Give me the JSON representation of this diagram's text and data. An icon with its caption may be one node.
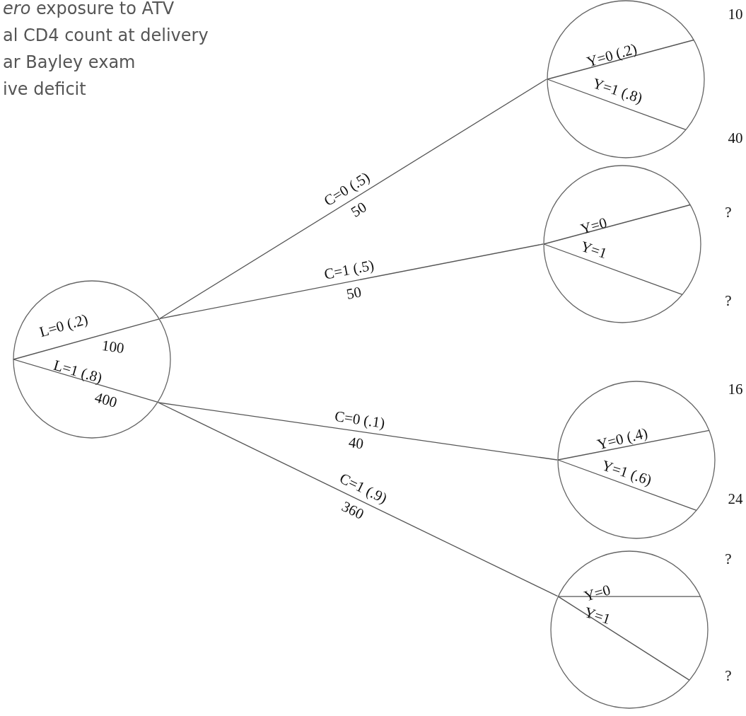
{
  "diagram": {
    "nodes": [
      {
        "text": [
          "L=0 (.2)",
          "100",
          "L=1 (.8)",
          "400"
        ]
      },
      {
        "text": [
          "Y=0 (.2)",
          "Y=1 (.8)"
        ],
        "beside": [
          "10",
          "40"
        ]
      },
      {
        "text": [
          "Y=0",
          "Y=1"
        ],
        "beside": [
          "?",
          "?"
        ]
      },
      {
        "text": [
          "Y=0 (.4)",
          "Y=1 (.6)"
        ],
        "beside": [
          "16",
          "24"
        ]
      },
      {
        "text": [
          "Y=0",
          "Y=1"
        ],
        "beside": [
          "?",
          "?"
        ]
      }
    ],
    "edges": [
      {
        "from": 0,
        "to": 1,
        "arrow": "none",
        "label": "C=0 (.5)"
      },
      {
        "from": 0,
        "to": 2,
        "arrow": "none",
        "label": "C=1 (.5)"
      },
      {
        "from": 0,
        "to": 3,
        "arrow": "none",
        "label": "C=0 (.1)"
      },
      {
        "from": 0,
        "to": 4,
        "arrow": "none",
        "label": "C=1 (.9)"
      }
    ],
    "labels": [
      "*ero* exposure to ATV",
      "al CD4 count at delivery",
      "ar Bayley exam",
      "ive deficit",
      "50",
      "50",
      "40",
      "360"
    ]
  }
}
